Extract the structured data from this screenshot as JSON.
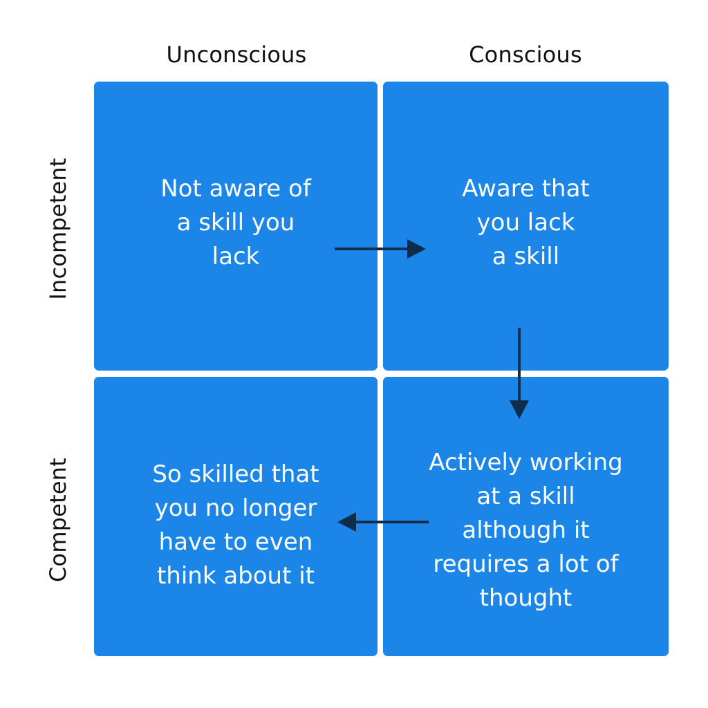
{
  "columns": [
    "Unconscious",
    "Conscious"
  ],
  "rows": [
    "Incompetent",
    "Competent"
  ],
  "quadrants": {
    "incompetent_unconscious": "Not aware of\na skill you\nlack",
    "incompetent_conscious": "Aware that\nyou lack\na skill",
    "competent_unconscious": "So skilled that\nyou no longer\nhave to even\nthink about it",
    "competent_conscious": "Actively working\nat a skill\nalthough it\nrequires a lot of\nthought"
  },
  "colors": {
    "quadrant_fill": "#1b85e8",
    "quadrant_text": "#ffffff",
    "arrow": "#0f2d4a",
    "label_text": "#111111"
  }
}
